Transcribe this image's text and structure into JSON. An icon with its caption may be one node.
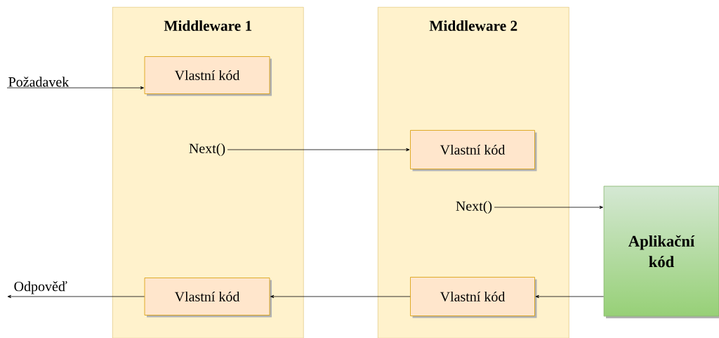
{
  "diagram": {
    "nodes": [
      {
        "text": [
          "Middleware 1"
        ]
      },
      {
        "text": [
          "Vlastní kód"
        ],
        "in": 0
      },
      {
        "text": [
          "Next()"
        ],
        "in": 0
      },
      {
        "text": [
          "Vlastní kód"
        ],
        "in": 0
      },
      {
        "text": [
          "Middleware 2"
        ]
      },
      {
        "text": [
          "Vlastní kód"
        ],
        "in": 4
      },
      {
        "text": [
          "Next()"
        ],
        "in": 4
      },
      {
        "text": [
          "Vlastní kód"
        ],
        "in": 4
      },
      {
        "text": [
          "Aplikační kód"
        ]
      }
    ],
    "edges": [
      {
        "from": null,
        "to": 1,
        "arrow": "to",
        "label": "Požadavek"
      },
      {
        "from": 2,
        "to": 5,
        "arrow": "to"
      },
      {
        "from": 6,
        "to": 8,
        "arrow": "to"
      },
      {
        "from": 8,
        "to": 7,
        "arrow": "to"
      },
      {
        "from": 7,
        "to": 3,
        "arrow": "to"
      },
      {
        "from": 3,
        "to": null,
        "arrow": "to",
        "label": "Odpověď"
      }
    ]
  }
}
